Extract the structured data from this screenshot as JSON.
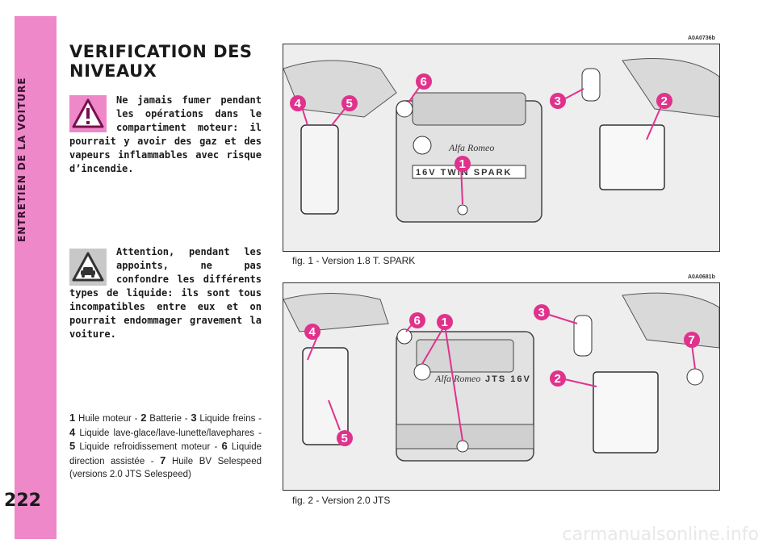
{
  "sidebar": {
    "section": "ENTRETIEN DE LA VOITURE",
    "page_number": "222",
    "accent_color": "#ee88c8"
  },
  "title": {
    "line1": "VERIFICATION DES",
    "line2": "NIVEAUX"
  },
  "warning": {
    "icon": "warning-triangle-icon",
    "text": "Ne jamais fumer pendant les opérations dans le compartiment moteur: il pourrait y avoir des gaz et des vapeurs inflammables avec risque d’incendie."
  },
  "attention": {
    "icon": "car-attention-icon",
    "text": "Attention, pendant les appoints, ne pas confondre les différents types de liquide: ils sont tous incompatibles entre eux et on pourrait endommager gravement la voiture."
  },
  "legend": [
    {
      "num": "1",
      "label": "Huile moteur - "
    },
    {
      "num": "2",
      "label": "Batterie - "
    },
    {
      "num": "3",
      "label": "Liquide freins - "
    },
    {
      "num": "4",
      "label": "Liquide lave-glace/lave-lunette/lavephares - "
    },
    {
      "num": "5",
      "label": "Liquide refroidissement moteur - "
    },
    {
      "num": "6",
      "label": "Liquide direction assistée - "
    },
    {
      "num": "7",
      "label": "Huile BV Selespeed (versions 2.0 JTS Selespeed)"
    }
  ],
  "figures": [
    {
      "code": "A0A0736b",
      "caption": "fig. 1 - Version 1.8 T. SPARK",
      "engine_badge": "16V TWIN SPARK",
      "logo": "Alfa Romeo",
      "callouts": [
        "1",
        "2",
        "3",
        "4",
        "5",
        "6"
      ]
    },
    {
      "code": "A0A0681b",
      "caption": "fig. 2 - Version 2.0 JTS",
      "engine_badge": "JTS 16V",
      "logo": "Alfa Romeo",
      "callouts": [
        "1",
        "2",
        "3",
        "4",
        "5",
        "6",
        "7"
      ]
    }
  ],
  "callout_color": "#e0328c",
  "watermark": "carmanualsonline.info"
}
